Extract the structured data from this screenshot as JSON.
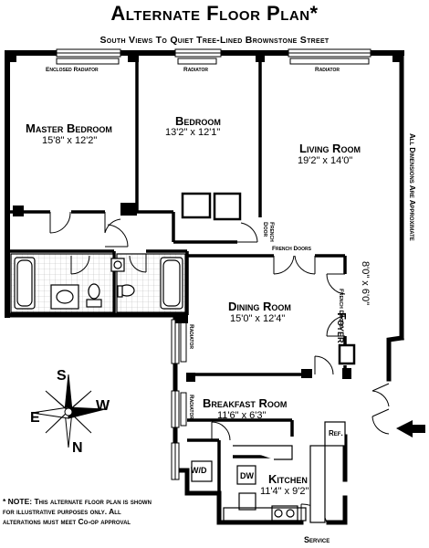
{
  "title": "Alternate Floor Plan*",
  "subtitle": "South Views To Quiet Tree-Lined Brownstone Street",
  "rooms": {
    "master_bedroom": {
      "name": "Master Bedroom",
      "dims": "15'8\" x 12'2\""
    },
    "bedroom": {
      "name": "Bedroom",
      "dims": "13'2\" x 12'1\""
    },
    "living_room": {
      "name": "Living Room",
      "dims": "19'2\" x 14'0\""
    },
    "dining_room": {
      "name": "Dining Room",
      "dims": "15'0\" x 12'4\""
    },
    "breakfast_room": {
      "name": "Breakfast Room",
      "dims": "11'6\" x 6'3\""
    },
    "kitchen": {
      "name": "Kitchen",
      "dims": "11'4\" x 9'2\""
    },
    "foyer": {
      "name": "Foyer",
      "dims": "8'0\" x 6'0\""
    }
  },
  "labels": {
    "enclosed_radiator": "Enclosed Radiator",
    "radiator_1": "Radiator",
    "radiator_2": "Radiator",
    "radiator_3": "Radiator",
    "radiator_4": "Radiator",
    "french_door": "French Door",
    "french_doors_1": "French Doors",
    "french_doors_2": "French Doors",
    "ref": "Ref.",
    "dw": "DW",
    "wd": "W/D",
    "service": "Service",
    "dimensions_note": "All Dimensions Are Approximate"
  },
  "compass": {
    "s": "S",
    "e": "E",
    "w": "W",
    "n": "N"
  },
  "note": "* NOTE: This alternate floor plan is shown for illustrative purposes only. All alterations must meet Co-op approval"
}
